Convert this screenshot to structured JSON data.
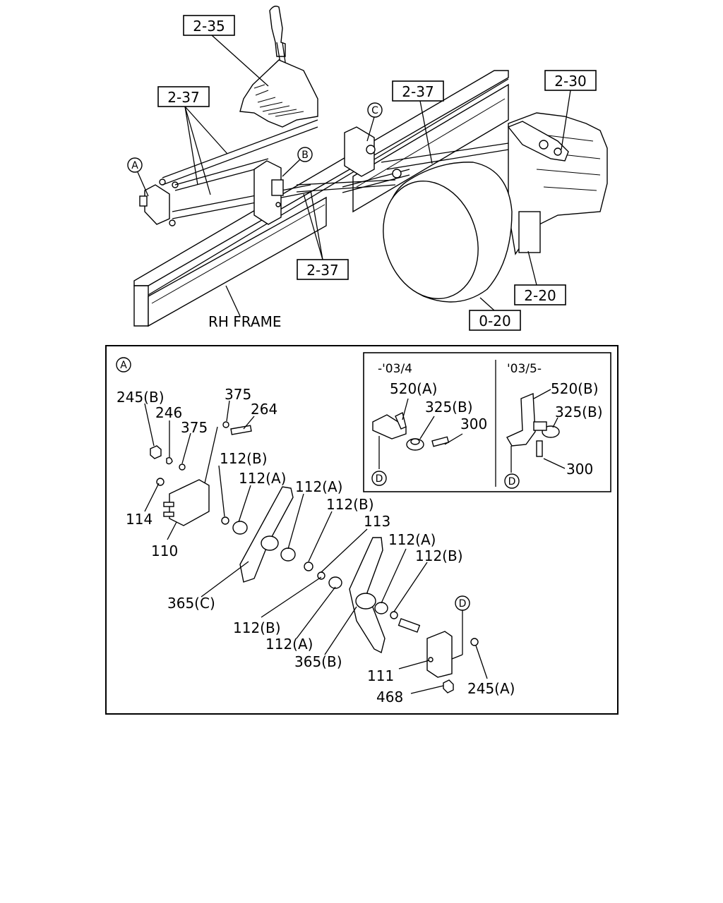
{
  "overview": {
    "refs": [
      "2-35",
      "2-37",
      "2-37",
      "2-30",
      "2-37",
      "2-20",
      "0-20"
    ],
    "frame_label": "RH FRAME",
    "markers": [
      "A",
      "B",
      "C"
    ]
  },
  "detail": {
    "marker": "A",
    "inset": {
      "left_heading": "-'03/4",
      "right_heading": "'03/5-",
      "left_parts": [
        "520(A)",
        "325(B)",
        "300"
      ],
      "right_parts": [
        "520(B)",
        "325(B)",
        "300"
      ],
      "marker": "D"
    },
    "parts": {
      "p245b": "245(B)",
      "p246": "246",
      "p375a": "375",
      "p375b": "375",
      "p264": "264",
      "p112b_1": "112(B)",
      "p112a_1": "112(A)",
      "p114": "114",
      "p110": "110",
      "p112a_2": "112(A)",
      "p112b_2": "112(B)",
      "p113": "113",
      "p112a_3": "112(A)",
      "p112b_3": "112(B)",
      "p365c": "365(C)",
      "p112b_4": "112(B)",
      "p112a_4": "112(A)",
      "p365b": "365(B)",
      "p111": "111",
      "p468": "468",
      "p245a": "245(A)",
      "marker_d": "D"
    }
  }
}
